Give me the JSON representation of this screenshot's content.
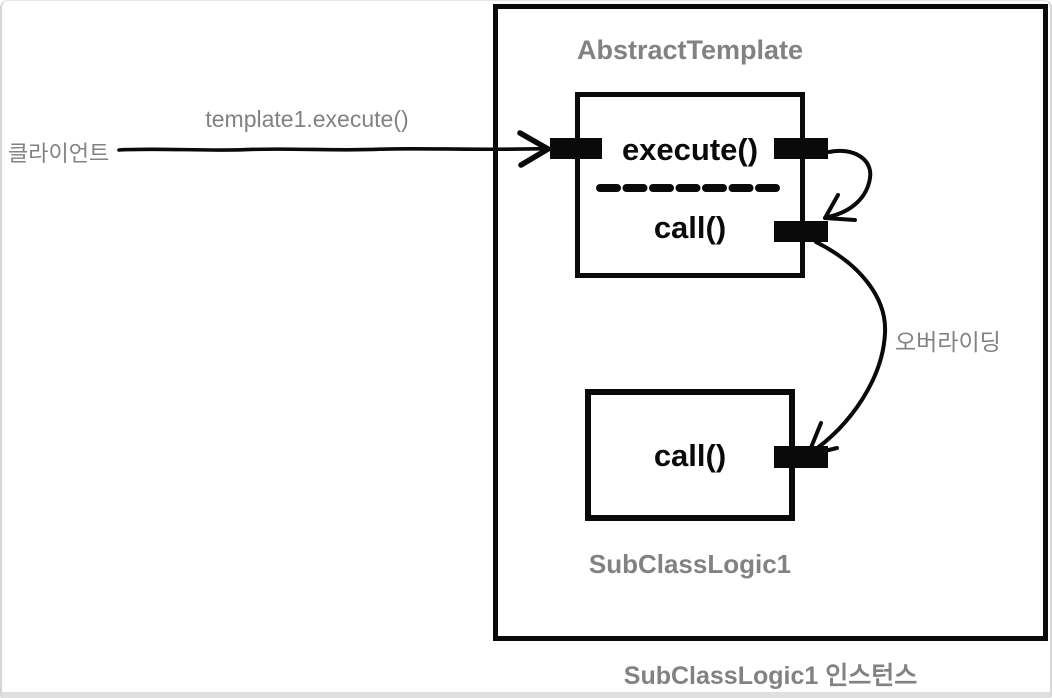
{
  "diagram": {
    "client_label": "클라이언트",
    "arrow_label": "template1.execute()",
    "abstract_template": {
      "title": "AbstractTemplate",
      "execute_method": "execute()",
      "call_method": "call()"
    },
    "subclass": {
      "title": "SubClassLogic1",
      "call_method": "call()"
    },
    "override_label": "오버라이딩",
    "instance_caption": "SubClassLogic1 인스턴스",
    "colors": {
      "line": "#0a0a0a",
      "muted_text": "#828282",
      "background": "#ffffff",
      "frame_border": "#d6d6d6"
    }
  }
}
